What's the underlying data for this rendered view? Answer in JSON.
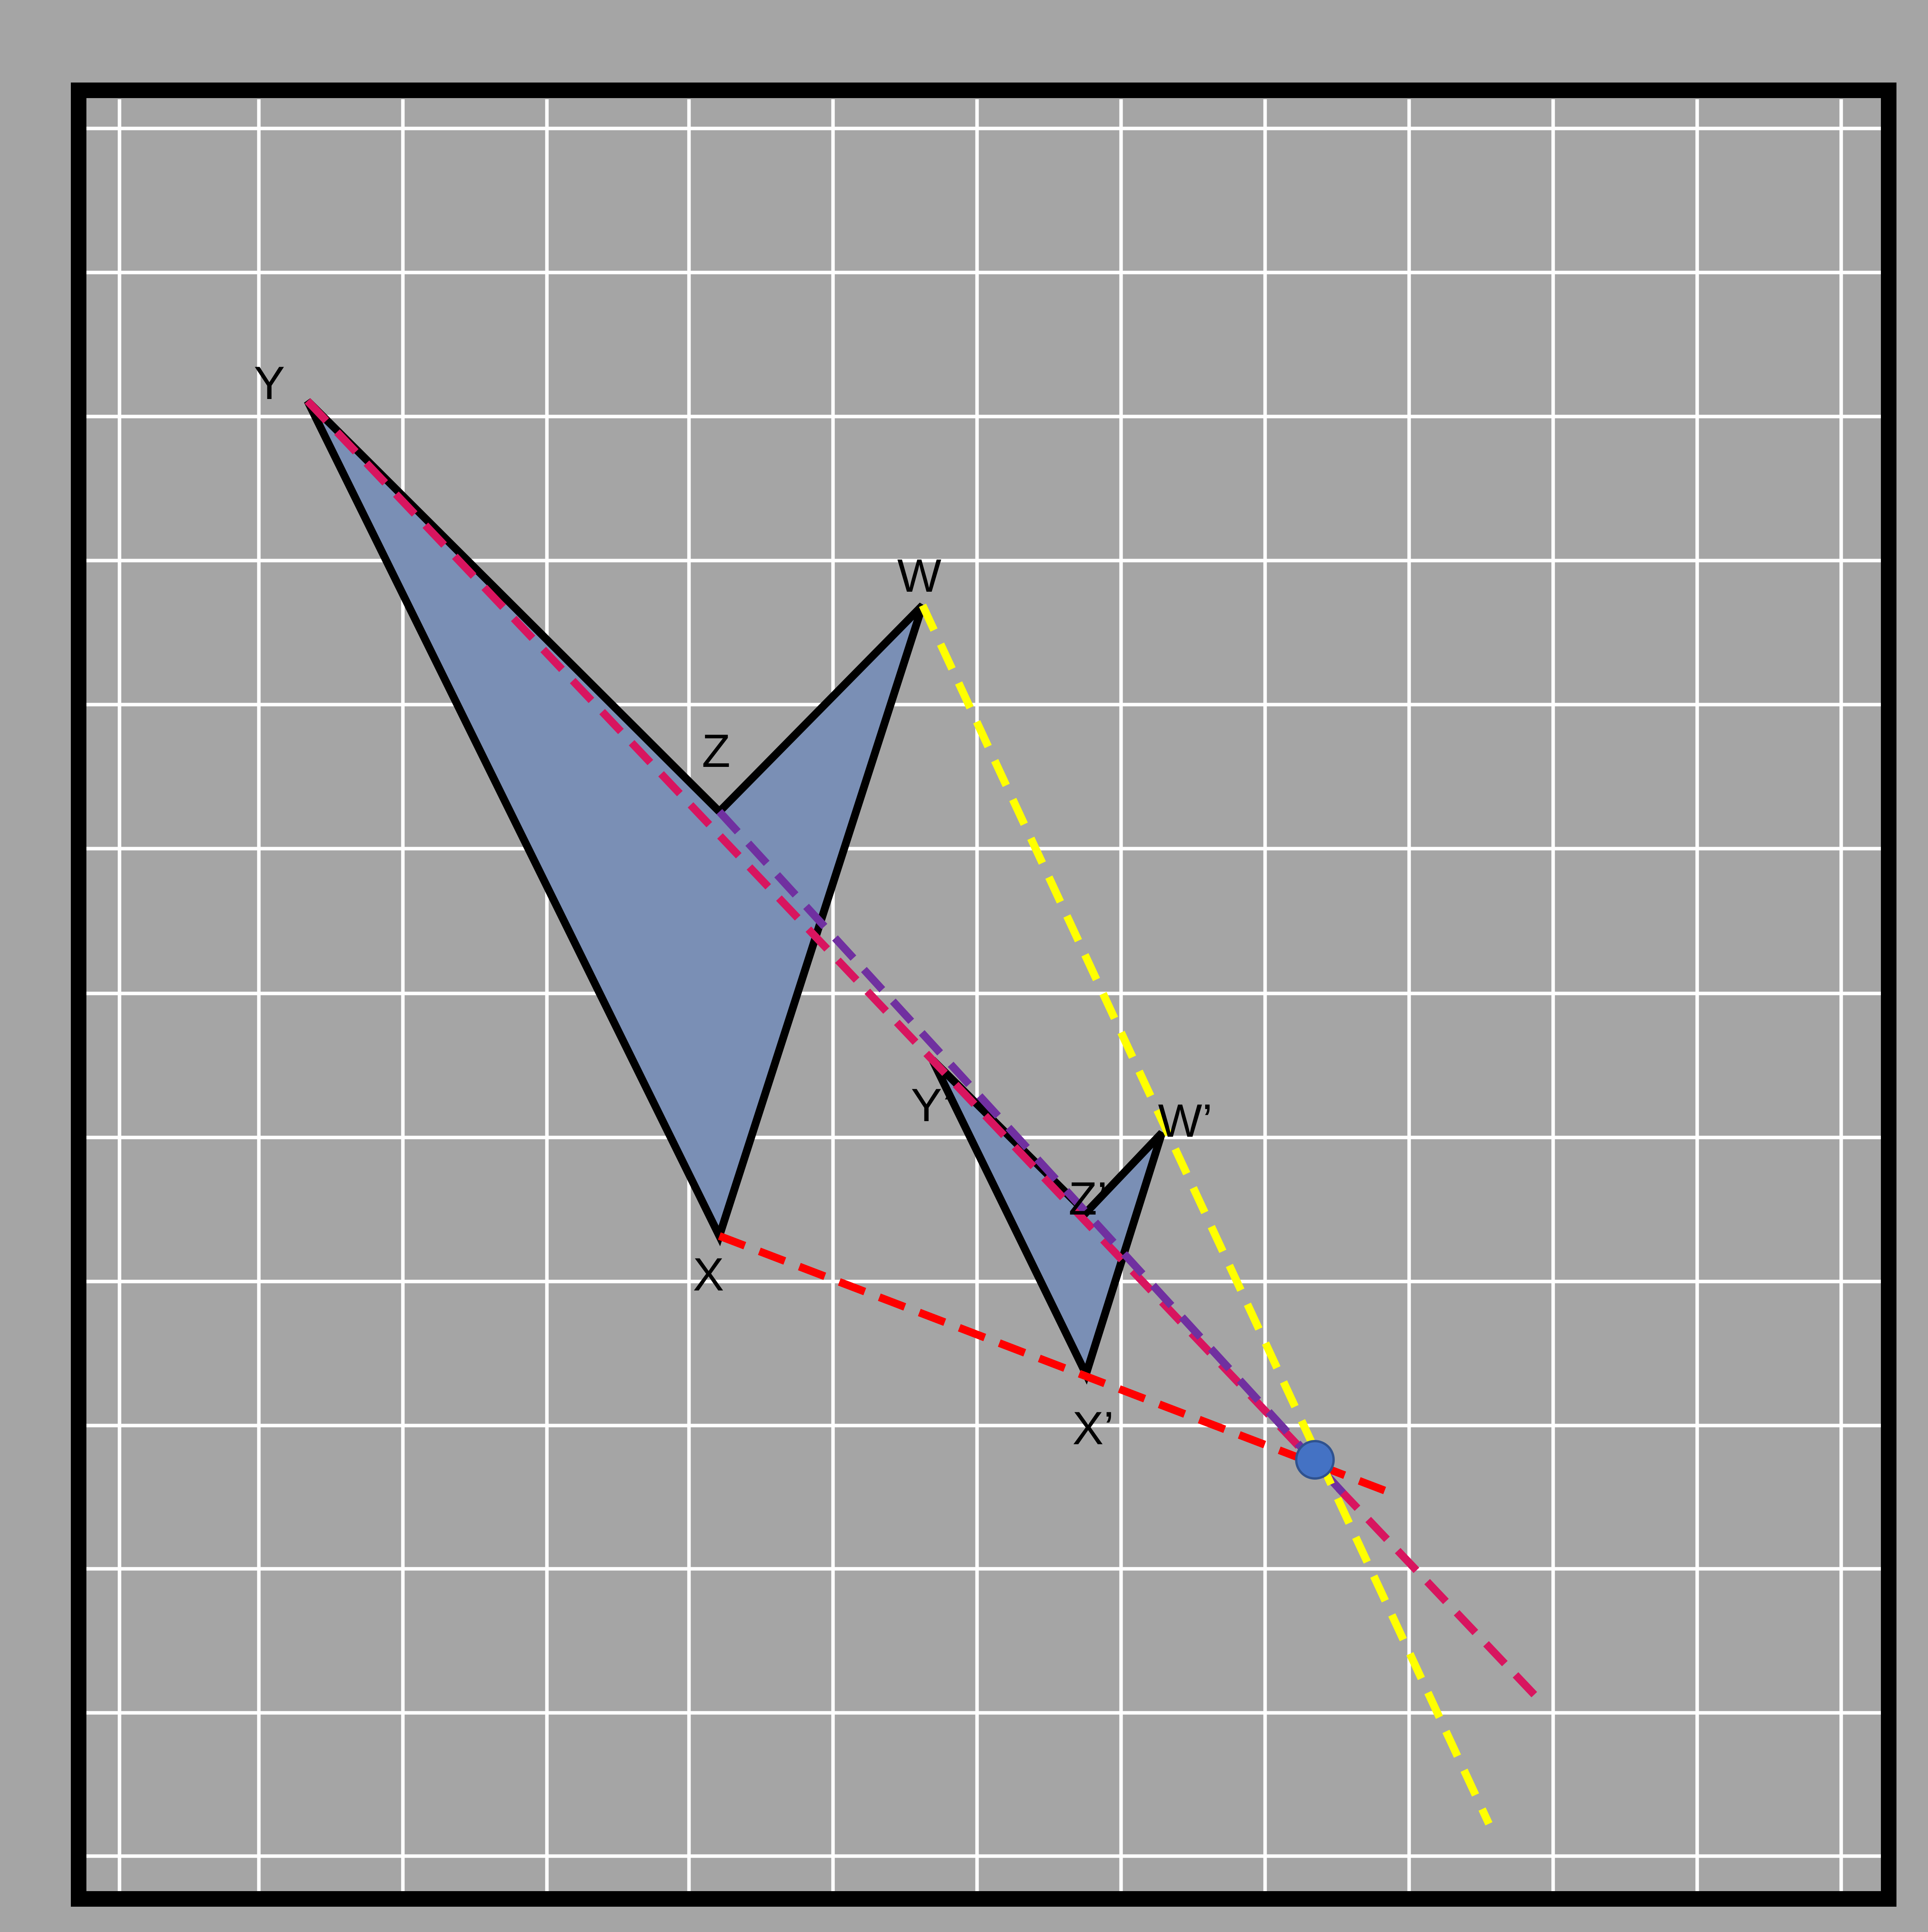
{
  "colors": {
    "background": "#a5a5a5",
    "grid": "#ffffff",
    "frame": "#000000",
    "shape_fill": "#7a8fb5",
    "outline": "#000000",
    "ray_red": "#ff0000",
    "ray_crimson": "#d8155f",
    "ray_purple": "#7030a0",
    "ray_yellow": "#ffff00",
    "center_fill": "#4472c4",
    "center_stroke": "#2f528f"
  },
  "shapes": {
    "original": {
      "vertex_order": [
        "Y",
        "Z",
        "W",
        "X"
      ]
    },
    "image": {
      "vertex_order": [
        "Y'",
        "Z'",
        "W'",
        "X'"
      ]
    }
  },
  "labels": {
    "Y": "Y",
    "Z": "Z",
    "W": "W",
    "X": "X",
    "Y_prime": "Y’",
    "Z_prime": "Z’",
    "W_prime": "W’",
    "X_prime": "X’"
  },
  "rays": [
    {
      "id": "ray-x",
      "from": "X",
      "through": "X'",
      "color": "ray_red",
      "dashed": true
    },
    {
      "id": "ray-y",
      "from": "Y",
      "through": "Y'",
      "color": "ray_crimson",
      "dashed": true
    },
    {
      "id": "ray-z",
      "from": "Z",
      "through": "Z'",
      "color": "ray_purple",
      "dashed": true
    },
    {
      "id": "ray-w",
      "from": "W",
      "through": "W'",
      "color": "ray_yellow",
      "dashed": true
    }
  ],
  "center_of_dilation": {
    "marker": "filled-circle"
  }
}
